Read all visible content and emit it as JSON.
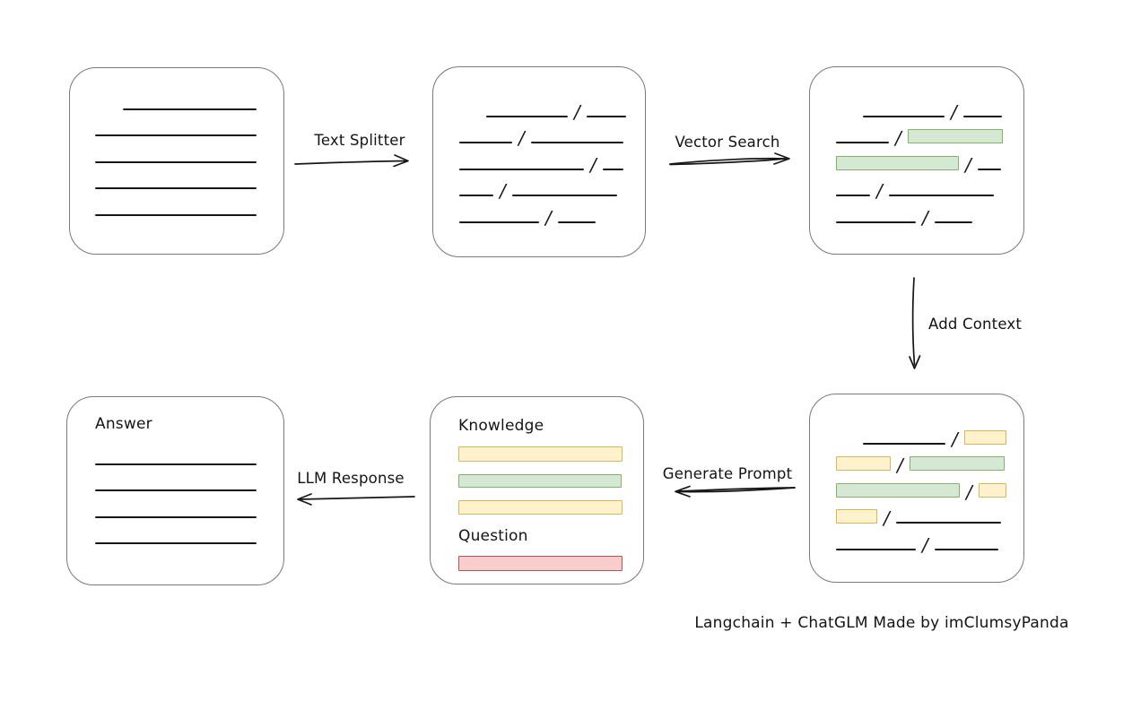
{
  "title": "Langchain + ChatGLM Made by imClumsyPanda",
  "colors": {
    "box_stroke": "#7a7a7a",
    "line_color": "#161616",
    "green": {
      "fill": "#d5e8d4",
      "stroke": "#82b366"
    },
    "yellow": {
      "fill": "#fff2cc",
      "stroke": "#d6b656"
    },
    "red": {
      "fill": "#f8cecc",
      "stroke": "#b85450"
    }
  },
  "labels": {
    "text_splitter": "Text Splitter",
    "vector_search": "Vector Search",
    "add_context": "Add Context",
    "generate_prompt": "Generate Prompt",
    "llm_response": "LLM Response",
    "knowledge": "Knowledge",
    "question": "Question",
    "answer": "Answer"
  },
  "boxes": {
    "document": {
      "rows": [
        {
          "indent": 31,
          "segs": [
            [
              "line",
              149
            ]
          ]
        },
        {
          "segs": [
            [
              "line",
              180
            ]
          ]
        },
        {
          "segs": [
            [
              "line",
              180
            ]
          ]
        },
        {
          "segs": [
            [
              "line",
              180
            ]
          ]
        },
        {
          "segs": [
            [
              "line",
              180
            ]
          ]
        }
      ]
    },
    "split_text": {
      "rows": [
        {
          "indent": 30,
          "segs": [
            [
              "line",
              91
            ],
            [
              "slash"
            ],
            [
              "line",
              44
            ]
          ]
        },
        {
          "segs": [
            [
              "line",
              59
            ],
            [
              "slash"
            ],
            [
              "line",
              103
            ]
          ]
        },
        {
          "segs": [
            [
              "line",
              139
            ],
            [
              "slash"
            ],
            [
              "line",
              23
            ]
          ]
        },
        {
          "segs": [
            [
              "line",
              38
            ],
            [
              "slash"
            ],
            [
              "line",
              117
            ]
          ]
        },
        {
          "segs": [
            [
              "line",
              89
            ],
            [
              "slash"
            ],
            [
              "line",
              42
            ]
          ]
        }
      ]
    },
    "vector_matched": {
      "rows": [
        {
          "indent": 30,
          "segs": [
            [
              "line",
              91
            ],
            [
              "slash"
            ],
            [
              "line",
              43
            ]
          ]
        },
        {
          "segs": [
            [
              "line",
              59
            ],
            [
              "slash"
            ],
            [
              "chunk",
              "green",
              106
            ]
          ]
        },
        {
          "segs": [
            [
              "chunk",
              "green",
              137
            ],
            [
              "slash"
            ],
            [
              "line",
              26
            ]
          ]
        },
        {
          "segs": [
            [
              "line",
              38
            ],
            [
              "slash"
            ],
            [
              "line",
              117
            ]
          ]
        },
        {
          "segs": [
            [
              "line",
              89
            ],
            [
              "slash"
            ],
            [
              "line",
              42
            ]
          ]
        }
      ]
    },
    "context": {
      "rows": [
        {
          "indent": 30,
          "segs": [
            [
              "line",
              92
            ],
            [
              "slash"
            ],
            [
              "chunk",
              "yellow",
              47
            ]
          ]
        },
        {
          "segs": [
            [
              "chunk",
              "yellow",
              61
            ],
            [
              "slash"
            ],
            [
              "chunk",
              "green",
              106
            ]
          ]
        },
        {
          "segs": [
            [
              "chunk",
              "green",
              138
            ],
            [
              "slash"
            ],
            [
              "chunk",
              "yellow",
              31
            ]
          ]
        },
        {
          "segs": [
            [
              "chunk",
              "yellow",
              46
            ],
            [
              "slash"
            ],
            [
              "line",
              117
            ]
          ]
        },
        {
          "segs": [
            [
              "line",
              89
            ],
            [
              "slash"
            ],
            [
              "line",
              71
            ]
          ]
        }
      ]
    },
    "answer": {
      "rows": [
        {
          "segs": [
            [
              "line",
              180
            ]
          ]
        },
        {
          "segs": [
            [
              "line",
              180
            ]
          ]
        },
        {
          "segs": [
            [
              "line",
              180
            ]
          ]
        },
        {
          "segs": [
            [
              "line",
              180
            ]
          ]
        }
      ]
    },
    "prompt": {
      "sections": [
        {
          "heading_key": "knowledge",
          "bars": [
            {
              "color": "yellow",
              "w": 183,
              "h": 17
            },
            {
              "color": "green",
              "w": 182,
              "h": 15
            },
            {
              "color": "yellow",
              "w": 183,
              "h": 16
            }
          ]
        },
        {
          "heading_key": "question",
          "bars": [
            {
              "color": "red",
              "w": 183,
              "h": 17
            }
          ]
        }
      ]
    }
  }
}
